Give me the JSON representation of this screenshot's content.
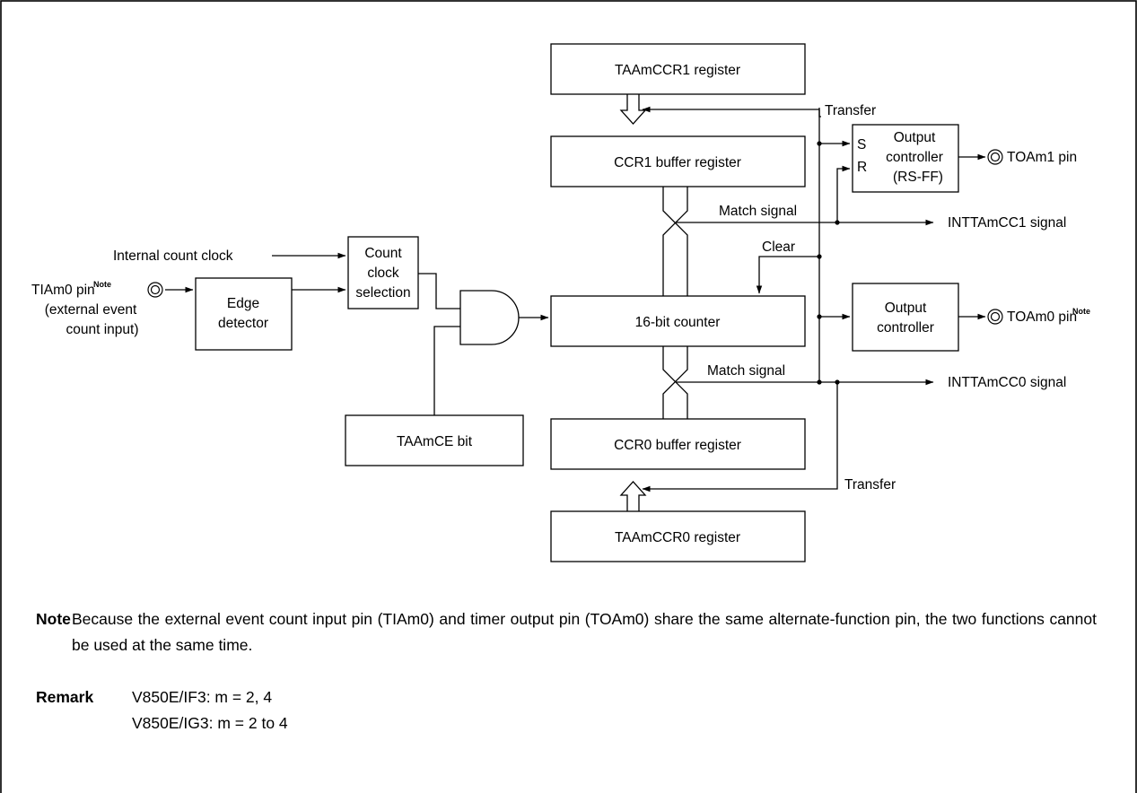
{
  "blocks": {
    "taam_ccr1_register": "TAAmCCR1 register",
    "ccr1_buffer_register": "CCR1 buffer register",
    "count_clock_selection": [
      "Count",
      "clock",
      "selection"
    ],
    "edge_detector": [
      "Edge",
      "detector"
    ],
    "counter_16bit": "16-bit counter",
    "taam_ce_bit": "TAAmCE bit",
    "ccr0_buffer_register": "CCR0 buffer register",
    "taam_ccr0_register": "TAAmCCR0 register",
    "output_controller_rsff": [
      "Output",
      "controller",
      "(RS-FF)"
    ],
    "output_controller_rsff_set": "S",
    "output_controller_rsff_reset": "R",
    "output_controller": [
      "Output",
      "controller"
    ]
  },
  "signals": {
    "transfer_top": "Transfer",
    "transfer_bottom": "Transfer",
    "match_signal_top": "Match signal",
    "match_signal_bottom": "Match signal",
    "clear": "Clear",
    "internal_count_clock": "Internal count clock",
    "intt_cc1": "INTTAmCC1 signal",
    "intt_cc0": "INTTAmCC0 signal"
  },
  "pins": {
    "tiam0_pin": "TIAm0 pin",
    "tiam0_pin_note": "Note",
    "tiam0_desc": [
      "(external event",
      "count input)"
    ],
    "toam1_pin": "TOAm1 pin",
    "toam0_pin": "TOAm0 pin",
    "toam0_pin_note": "Note"
  },
  "notes": {
    "note_label": "Note",
    "note_text": "Because the external event count input pin (TIAm0) and timer output pin (TOAm0) share the same alternate-function pin, the two functions cannot be used at the same time.",
    "remark_label": "Remark",
    "remark_lines": [
      "V850E/IF3: m = 2, 4",
      "V850E/IG3: m = 2 to 4"
    ]
  }
}
